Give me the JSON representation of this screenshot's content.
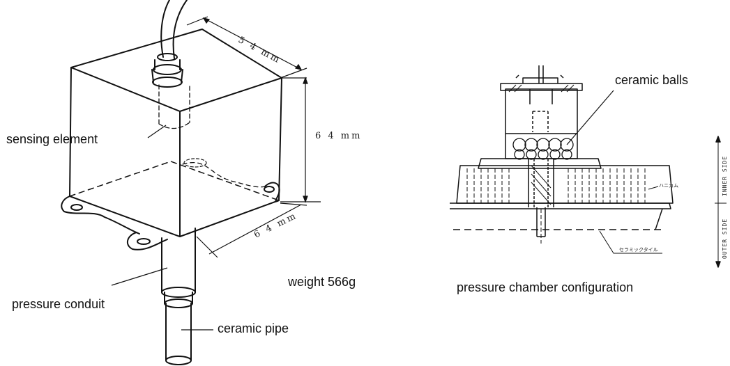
{
  "sensor": {
    "labels": {
      "sensing_element": "sensing element",
      "pressure_conduit": "pressure conduit",
      "ceramic_pipe": "ceramic pipe",
      "weight": "weight 566g"
    },
    "dimensions": {
      "width": "5 4 mm",
      "height": "6 4 mm",
      "depth": "6 4 mm"
    }
  },
  "chamber": {
    "labels": {
      "ceramic_balls": "ceramic balls",
      "caption": "pressure chamber configuration",
      "inner_side": "INNER SIDE",
      "outer_side": "OUTER SIDE",
      "honeycomb_note": "ハニカム",
      "ceramic_tile_note": "セラミックタイル"
    }
  }
}
